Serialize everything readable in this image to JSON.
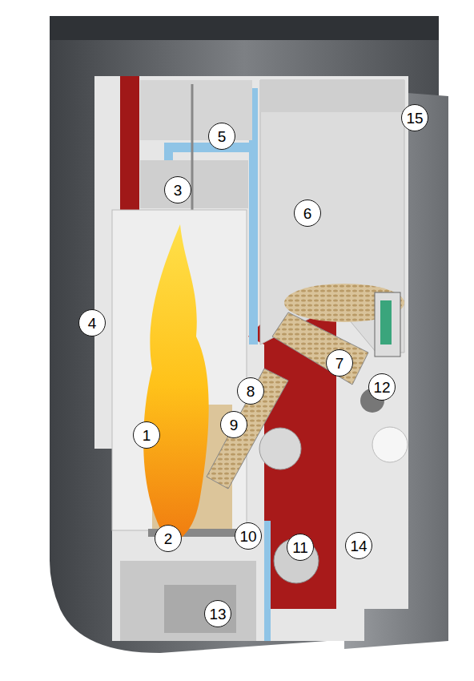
{
  "diagram": {
    "nodes": [
      {
        "text": [
          "1"
        ]
      },
      {
        "text": [
          "2"
        ]
      },
      {
        "text": [
          "3"
        ]
      },
      {
        "text": [
          "4"
        ]
      },
      {
        "text": [
          "5"
        ]
      },
      {
        "text": [
          "6"
        ]
      },
      {
        "text": [
          "7"
        ]
      },
      {
        "text": [
          "8"
        ]
      },
      {
        "text": [
          "9"
        ]
      },
      {
        "text": [
          "10"
        ]
      },
      {
        "text": [
          "11"
        ]
      },
      {
        "text": [
          "12"
        ]
      },
      {
        "text": [
          "13"
        ]
      },
      {
        "text": [
          "14"
        ]
      },
      {
        "text": [
          "15"
        ]
      }
    ]
  }
}
